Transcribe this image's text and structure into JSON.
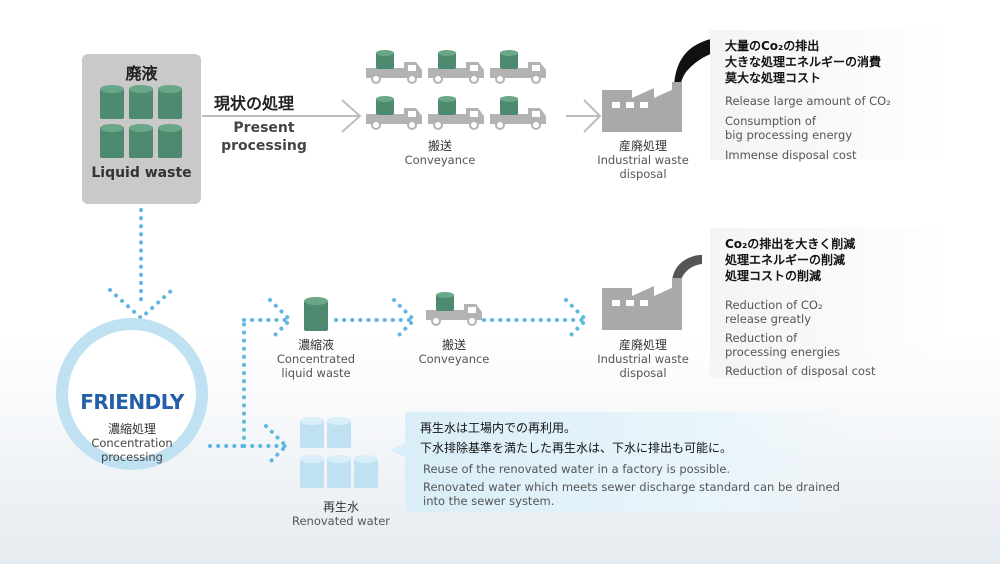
{
  "liquid_waste": {
    "title_jp": "廃液",
    "title_en": "Liquid waste"
  },
  "present": {
    "label_jp": "現状の処理",
    "label_en_1": "Present",
    "label_en_2": "processing"
  },
  "conveyance_top": {
    "jp": "搬送",
    "en": "Conveyance"
  },
  "disposal_top": {
    "jp": "産廃処理",
    "en_1": "Industrial waste",
    "en_2": "disposal"
  },
  "callout_top": {
    "jp_1": "大量のCo₂の排出",
    "jp_2": "大きな処理エネルギーの消費",
    "jp_3": "莫大な処理コスト",
    "en_1": "Release large amount of CO₂",
    "en_2": "Consumption of",
    "en_3": "big processing energy",
    "en_4": "Immense disposal cost"
  },
  "friendly": {
    "title": "FRIENDLY",
    "jp": "濃縮処理",
    "en_1": "Concentration",
    "en_2": "processing"
  },
  "concentrated": {
    "jp": "濃縮液",
    "en_1": "Concentrated",
    "en_2": "liquid waste"
  },
  "conveyance_mid": {
    "jp": "搬送",
    "en": "Conveyance"
  },
  "disposal_mid": {
    "jp": "産廃処理",
    "en_1": "Industrial waste",
    "en_2": "disposal"
  },
  "callout_mid": {
    "jp_1": "Co₂の排出を大きく削減",
    "jp_2": "処理エネルギーの削減",
    "jp_3": "処理コストの削減",
    "en_1": "Reduction of CO₂",
    "en_2": "release greatly",
    "en_3": "Reduction of",
    "en_4": "processing energies",
    "en_5": "Reduction of disposal cost"
  },
  "renovated": {
    "jp": "再生水",
    "en": "Renovated water"
  },
  "bubble": {
    "jp_1": "再生水は工場内での再利用。",
    "jp_2": "下水排除基準を満たした再生水は、下水に排出も可能に。",
    "en_1": "Reuse of the renovated water in a factory is possible.",
    "en_2": "Renovated water which meets sewer discharge standard can be drained",
    "en_3": "into the sewer system."
  },
  "colors": {
    "barrel_green": "#4e8a6f",
    "truck_gray": "#b3b3b3",
    "factory_gray": "#a9a9a9",
    "dot_blue": "#5fb7e2",
    "friendly_blue": "#2460a7",
    "water_blue": "#bfe1f2"
  }
}
